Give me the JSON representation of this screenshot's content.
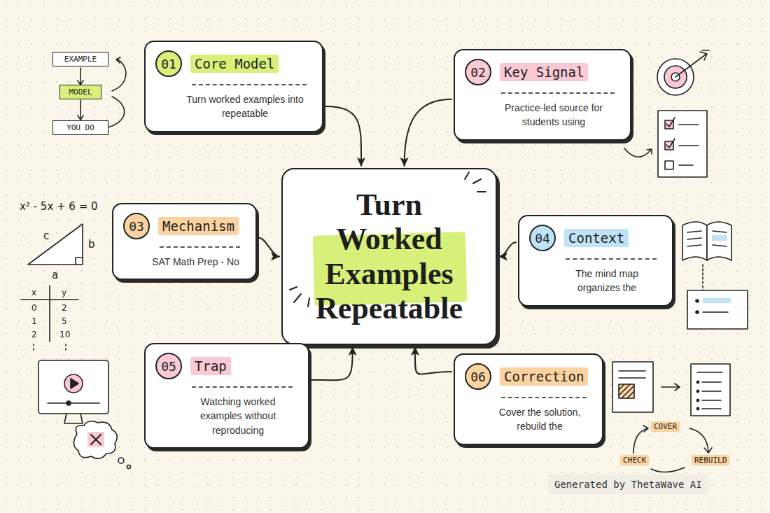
{
  "diagram": {
    "nodes": [
      {
        "text": [
          "01",
          "Core Model",
          "Turn worked examples into repeatable"
        ]
      },
      {
        "text": [
          "02",
          "Key Signal",
          "Practice-led source for students using"
        ]
      },
      {
        "text": [
          "03",
          "Mechanism",
          "SAT Math Prep - No"
        ]
      },
      {
        "text": [
          "Turn Worked Examples Repeatable"
        ]
      },
      {
        "text": [
          "04",
          "Context",
          "The mind map organizes the"
        ]
      },
      {
        "text": [
          "05",
          "Trap",
          "Watching worked examples without reproducing"
        ]
      },
      {
        "text": [
          "06",
          "Correction",
          "Cover the solution, rebuild the"
        ]
      }
    ],
    "edges": [
      {
        "from": 0,
        "to": 3,
        "arrow": "to"
      },
      {
        "from": 1,
        "to": 3,
        "arrow": "to"
      },
      {
        "from": 2,
        "to": 3,
        "arrow": "to"
      },
      {
        "from": 4,
        "to": 3,
        "arrow": "to"
      },
      {
        "from": 5,
        "to": 3,
        "arrow": "to"
      },
      {
        "from": 6,
        "to": 3,
        "arrow": "to"
      }
    ],
    "labels": [
      "EXAMPLE",
      "MODEL",
      "YOU DO",
      "x² - 5x + 6 = 0",
      "c",
      "b",
      "a",
      "x",
      "y",
      "0",
      "2",
      "1",
      "5",
      "2",
      "10",
      "COVER",
      "REBUILD",
      "CHECK",
      "Generated by ThetaWave AI"
    ]
  }
}
